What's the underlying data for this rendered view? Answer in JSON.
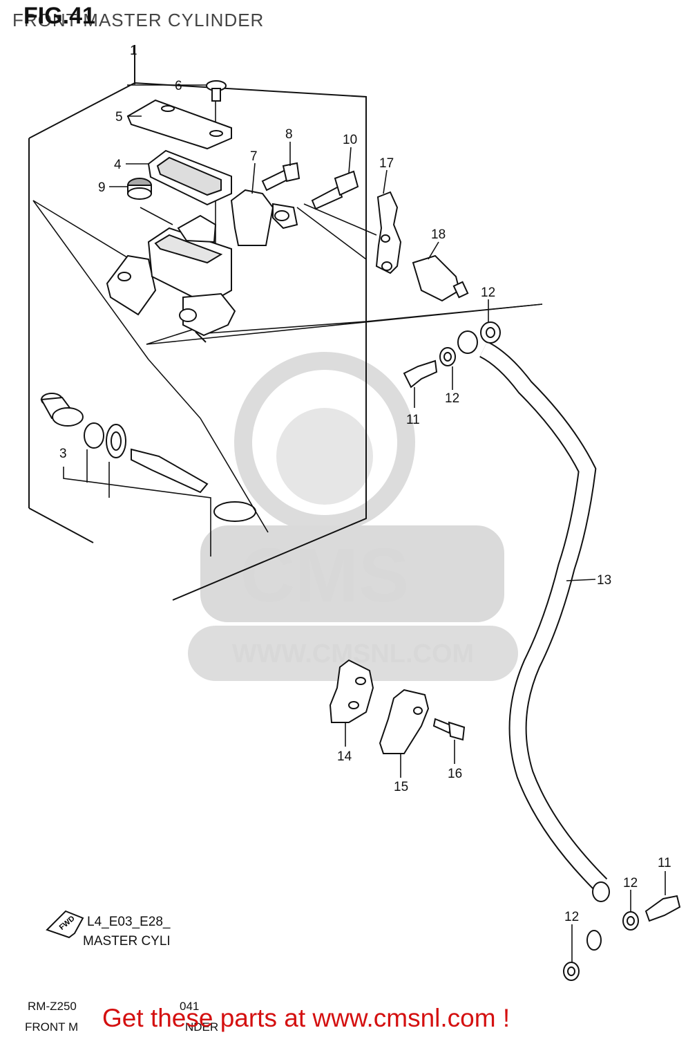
{
  "header": {
    "fig_label": "FIG.41",
    "title": "FRONT MASTER CYLINDER"
  },
  "diagram": {
    "callouts": [
      "1",
      "3",
      "4",
      "5",
      "6",
      "7",
      "8",
      "9",
      "10",
      "11",
      "11",
      "12",
      "12",
      "12",
      "12",
      "13",
      "14",
      "15",
      "16",
      "17",
      "18"
    ]
  },
  "watermark": {
    "brand": "CMS",
    "url": "WWW.CMSNL.COM"
  },
  "fwd_badge": {
    "arrow_text": "FWD",
    "code": "L4_E03_E28_",
    "caption": "MASTER CYLI"
  },
  "footer": {
    "model": "RM-Z250",
    "number": "041",
    "desc_left": "FRONT M",
    "desc_right": "NDER",
    "promo": "Get these parts at www.cmsnl.com !"
  },
  "colors": {
    "promo": "#d41010",
    "watermark": "#d8d8d8",
    "line": "#111111"
  }
}
